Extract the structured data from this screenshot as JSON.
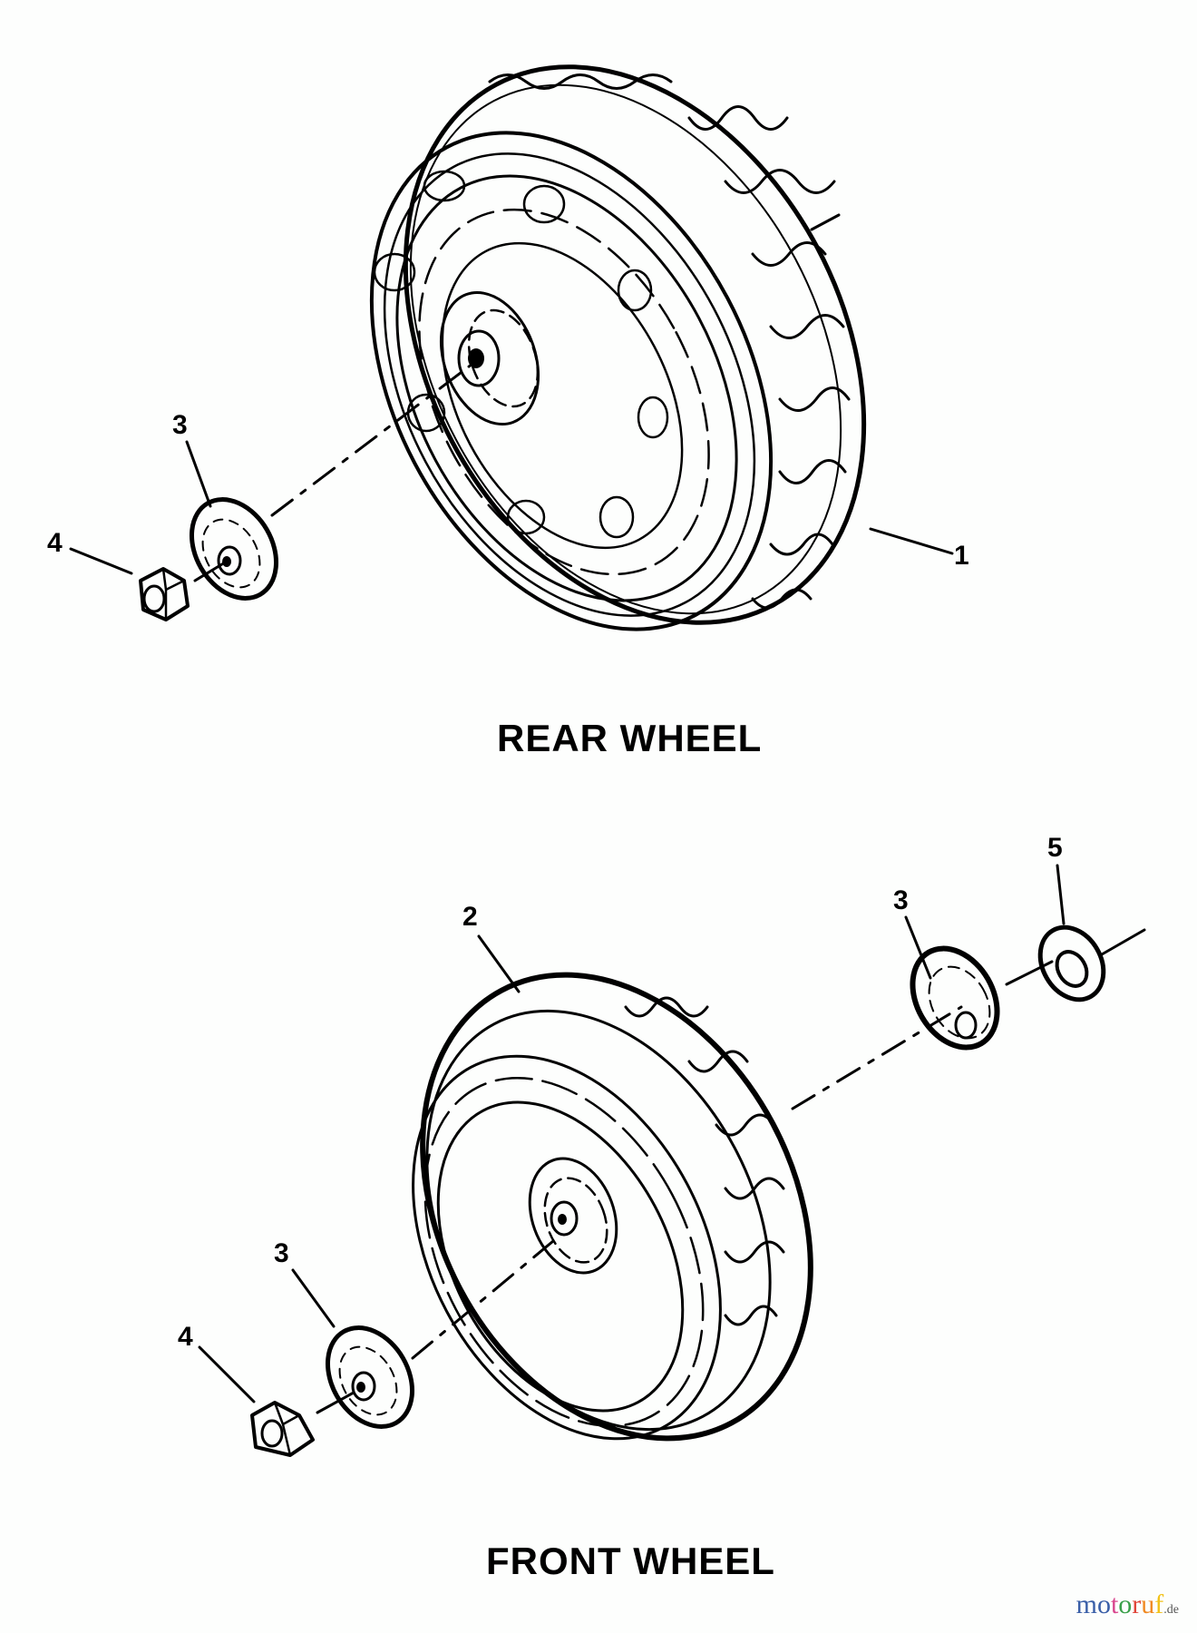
{
  "diagram": {
    "sections": [
      {
        "id": "rear",
        "title": "REAR WHEEL",
        "callouts": [
          {
            "number": "1",
            "part": "wheel"
          },
          {
            "number": "3",
            "part": "washer"
          },
          {
            "number": "4",
            "part": "hex nut"
          }
        ]
      },
      {
        "id": "front",
        "title": "FRONT WHEEL",
        "callouts": [
          {
            "number": "2",
            "part": "wheel"
          },
          {
            "number": "3",
            "part": "washer (outer)"
          },
          {
            "number": "5",
            "part": "spacer washer"
          },
          {
            "number": "3",
            "part": "washer (inner)"
          },
          {
            "number": "4",
            "part": "hex nut"
          }
        ]
      }
    ]
  },
  "watermark": {
    "letters": [
      "m",
      "o",
      "t",
      "o",
      "r",
      "u",
      "f"
    ],
    "colors": [
      "#3a5fa8",
      "#3a5fa8",
      "#d9468e",
      "#3aa04a",
      "#e0453a",
      "#f08a24",
      "#f2c21a"
    ],
    "suffix": ".de"
  }
}
